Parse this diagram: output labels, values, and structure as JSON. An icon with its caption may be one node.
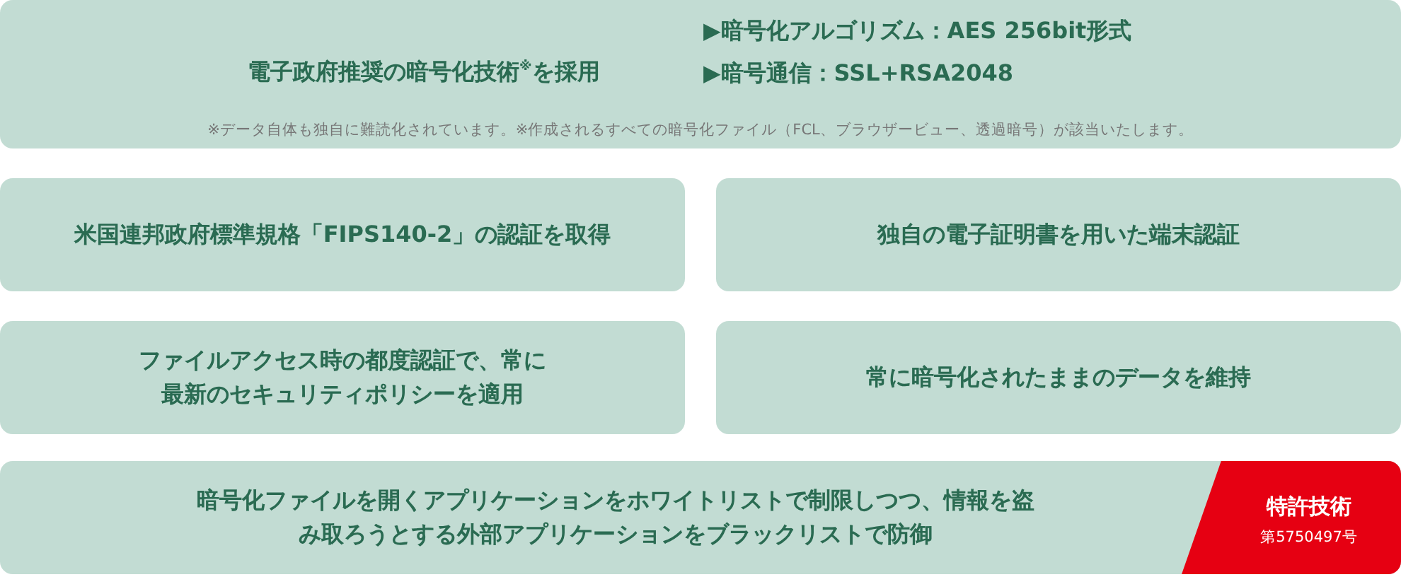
{
  "diagram": {
    "nodes": [
      {
        "text": [
          "電子政府推奨の暗号化技術$^{※}$を採用",
          "▶暗号化アルゴリズム：AES 256bit形式",
          "▶暗号通信：SSL+RSA2048",
          "※データ自体も独自に難読化されています。※作成されるすべての暗号化ファイル（FCL、ブラウザービュー、透過暗号）が該当いたします。"
        ]
      },
      {
        "text": [
          "米国連邦政府標準規格「FIPS140-2」の認証を取得"
        ]
      },
      {
        "text": [
          "独自の電子証明書を用いた端末認証"
        ]
      },
      {
        "text": [
          "ファイルアクセス時の都度認証で、常に最新のセキュリティポリシーを適用"
        ]
      },
      {
        "text": [
          "常に暗号化されたままのデータを維持"
        ]
      },
      {
        "text": [
          "暗号化ファイルを開くアプリケーションをホワイトリストで制限しつつ、情報を盗み取ろうとする外部アプリケーションをブラックリストで防御"
        ]
      },
      {
        "text": [
          "特許技術",
          "第5750497号"
        ],
        "in": 5
      }
    ]
  }
}
